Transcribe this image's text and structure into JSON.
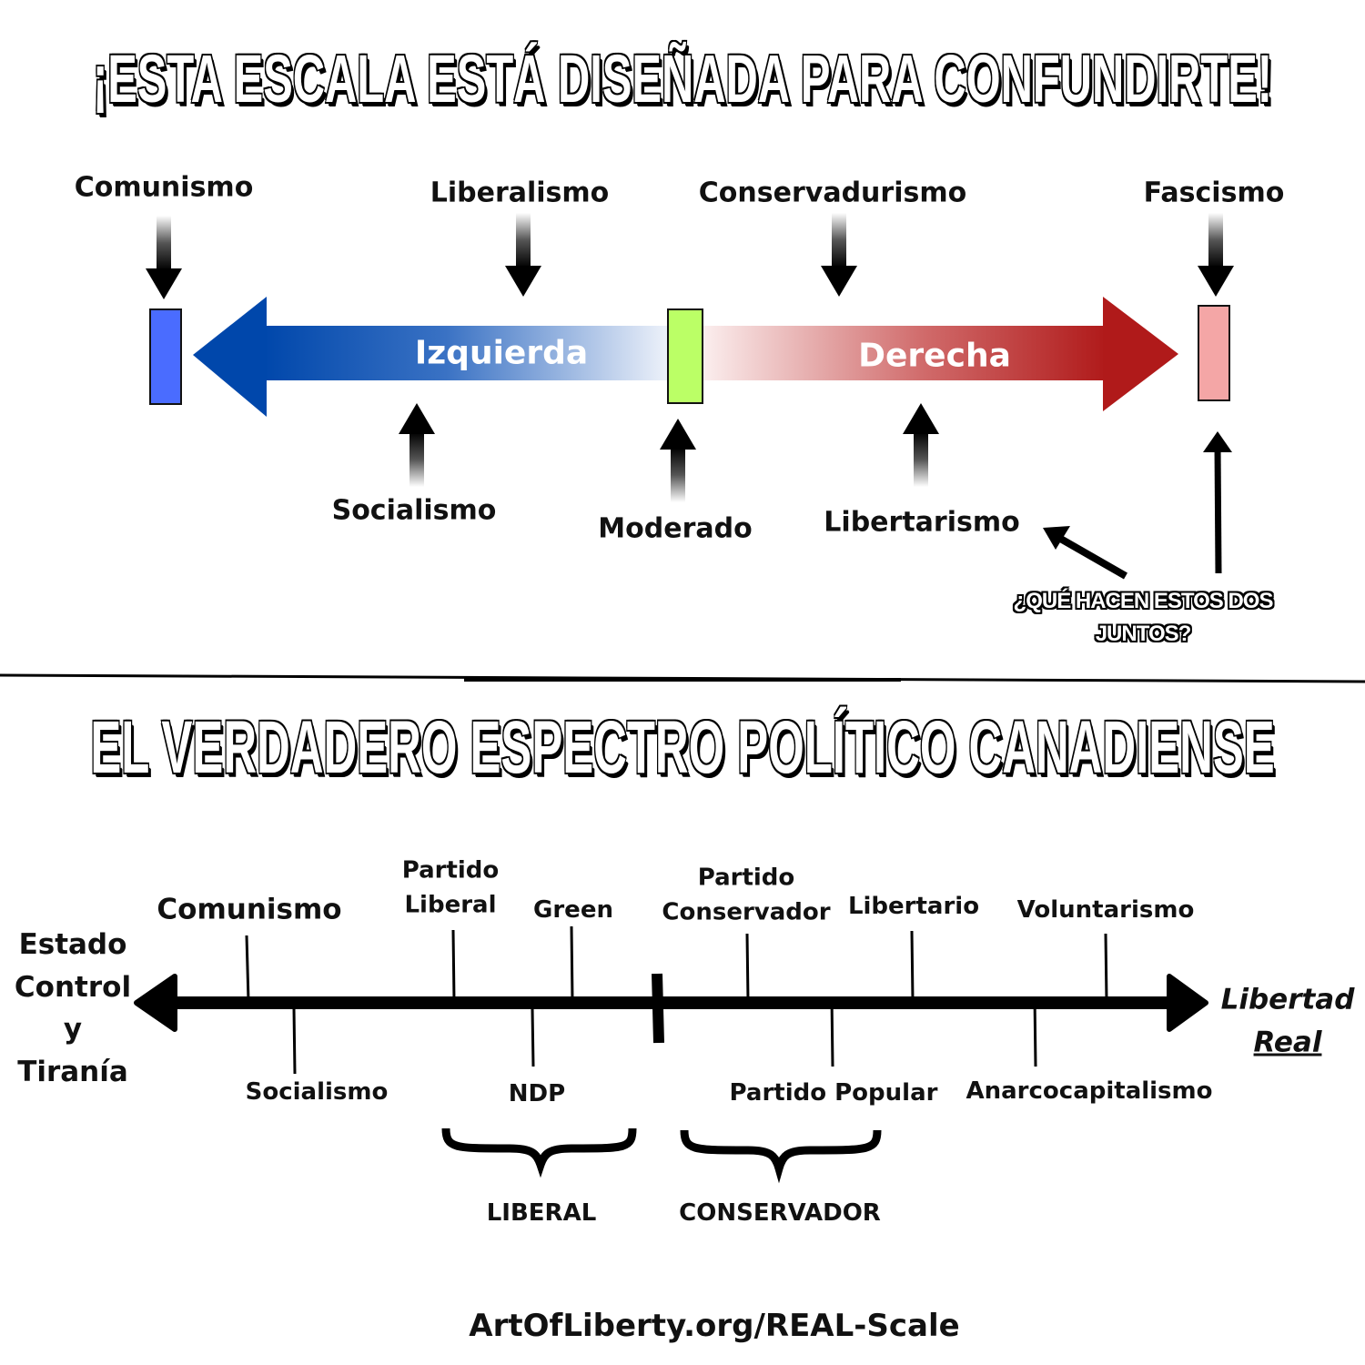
{
  "top_section": {
    "title": "¡ESTA ESCALA ESTÁ DISEÑADA PARA CONFUNDIRTE!",
    "above_labels": [
      "Comunismo",
      "Liberalismo",
      "Conservadurismo",
      "Fascismo"
    ],
    "below_labels": [
      "Socialismo",
      "Moderado",
      "Libertarismo"
    ],
    "left_arrow_label": "Izquierda",
    "right_arrow_label": "Derecha",
    "callout_line1": "¿QUÉ HACEN ESTOS DOS",
    "callout_line2": "JUNTOS?",
    "colors": {
      "left": "#0047AB",
      "right": "#B01A1A",
      "left_box": "#4A6CFF",
      "center_box": "#BBFF66",
      "right_box": "#F4A6A6"
    }
  },
  "bottom_section": {
    "title": "EL VERDADERO ESPECTRO POLÍTICO CANADIENSE",
    "left_end": [
      "Estado",
      "Control",
      "y",
      "Tiranía"
    ],
    "right_end": [
      "Libertad",
      "Real"
    ],
    "above_labels": {
      "comunismo": "Comunismo",
      "partido_liberal_1": "Partido",
      "partido_liberal_2": "Liberal",
      "green": "Green",
      "partido_conservador_1": "Partido",
      "partido_conservador_2": "Conservador",
      "libertario": "Libertario",
      "voluntarismo": "Voluntarismo"
    },
    "below_labels": {
      "socialismo": "Socialismo",
      "ndp": "NDP",
      "partido_popular": "Partido Popular",
      "anarcocapitalismo": "Anarcocapitalismo"
    },
    "group_labels": [
      "LIBERAL",
      "CONSERVADOR"
    ]
  },
  "footer": "ArtOfLiberty.org/REAL-Scale"
}
